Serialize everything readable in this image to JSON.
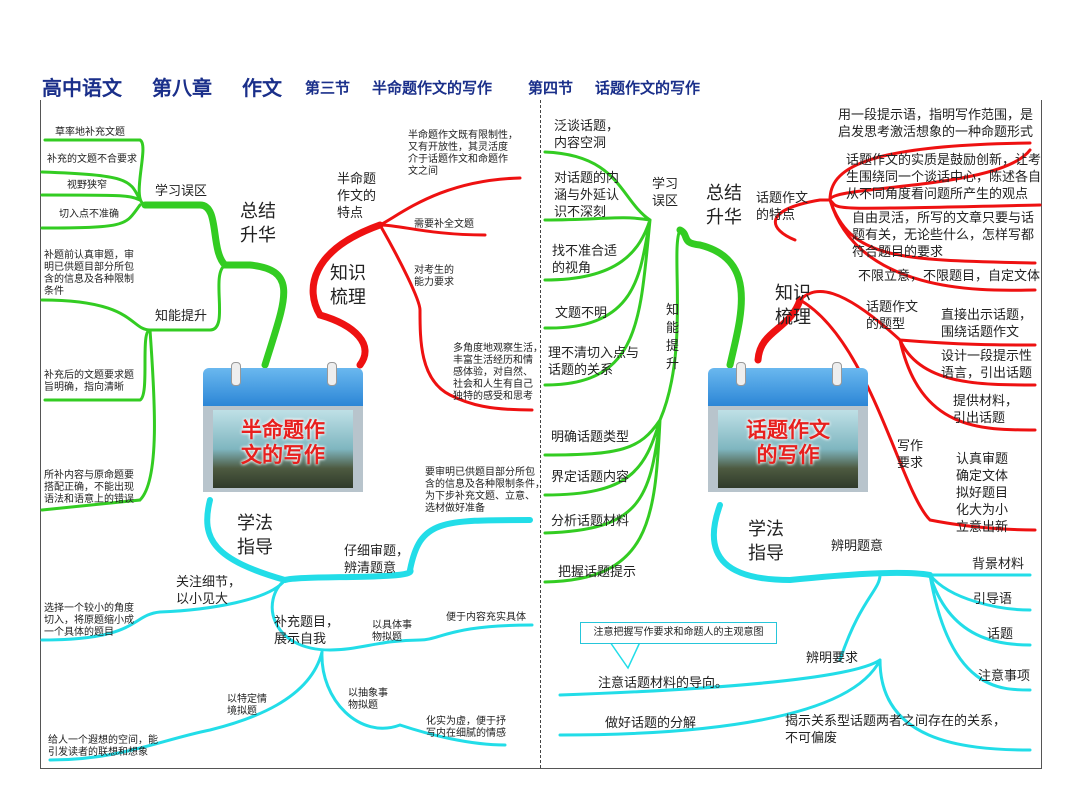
{
  "header": {
    "subject": "高中语文",
    "chapter": "第八章",
    "topic": "作文",
    "section3": "第三节",
    "section3_title": "半命题作文的写作",
    "section4": "第四节",
    "section4_title": "话题作文的写作"
  },
  "colors": {
    "green": "#33cc22",
    "red": "#ee1111",
    "cyan": "#22dde8",
    "title": "#1a2f8a"
  },
  "left": {
    "center": "半命题作\n文的写作",
    "summary": {
      "label": "总结\n升华",
      "mistakes": {
        "label": "学习误区",
        "items": [
          "草率地补充文题",
          "补充的文题不合要求",
          "视野狭窄",
          "切入点不准确"
        ]
      },
      "ability": {
        "label": "知能提升",
        "items": [
          "补题前认真审题，审\n明已供题目部分所包\n含的信息及各种限制\n条件",
          "补充后的文题要求题\n旨明确，指向清晰",
          "所补内容与原命题要\n搭配正确，不能出现\n语法和语意上的错误"
        ]
      }
    },
    "knowledge": {
      "label": "知识\n梳理",
      "features": {
        "label": "半命题\n作文的\n特点",
        "items": [
          "半命题作文既有限制性，\n又有开放性，其灵活度\n介于话题作文和命题作\n文之间",
          "需要补全文题"
        ]
      },
      "ability_req": {
        "label": "对考生的\n能力要求",
        "detail": "多角度地观察生活，\n丰富生活经历和情\n感体验，对自然、\n社会和人生有自己\n独特的感受和思考"
      }
    },
    "method": {
      "label": "学法\n指导",
      "review": {
        "label": "仔细审题，\n辨清题意",
        "detail": "要审明已供题目部分所包\n含的信息及各种限制条件，\n为下步补充文题、立意、\n选材做好准备"
      },
      "detail": {
        "label": "关注细节，\n以小见大",
        "detail": "选择一个较小的角度\n切入，将原题缩小成\n一个具体的题目"
      },
      "supplement": {
        "label": "补充题目，\n展示自我",
        "concrete": {
          "label": "以具体事\n物拟题",
          "detail": "便于内容充实具体"
        },
        "abstract": {
          "label": "以抽象事\n物拟题",
          "detail": "化实为虚，便于抒\n写内在细腻的情感"
        },
        "scene": {
          "label": "以特定情\n境拟题",
          "detail": "给人一个遐想的空间，能\n引发读者的联想和想象"
        }
      }
    }
  },
  "right": {
    "center": "话题作文\n的写作",
    "summary": {
      "label": "总结\n升华",
      "mistakes": {
        "label": "学习\n误区",
        "items": [
          "泛谈话题，\n内容空洞",
          "对话题的内\n涵与外延认\n识不深刻",
          "找不准合适\n的视角",
          "文题不明",
          "理不清切入点与\n话题的关系"
        ]
      },
      "ability": {
        "label": "知\n能\n提\n升",
        "items": [
          "明确话题类型",
          "界定话题内容",
          "分析话题材料",
          "把握话题提示"
        ]
      }
    },
    "knowledge": {
      "label": "知识\n梳理",
      "features": {
        "label": "话题作文\n的特点",
        "items": [
          "用一段提示语，指明写作范围，是\n启发思考激活想象的一种命题形式",
          "话题作文的实质是鼓励创新，让考\n生围绕同一个谈话中心，陈述各自\n从不同角度看问题所产生的观点",
          "自由灵活，所写的文章只要与话\n题有关，无论些什么，怎样写都\n符合题目的要求",
          "不限立意，不限题目，自定文体"
        ]
      },
      "types": {
        "label": "话题作文\n的题型",
        "items": [
          "直接出示话题，\n围绕话题作文",
          "设计一段提示性\n语言，引出话题",
          "提供材料，\n引出话题"
        ]
      },
      "requirements": {
        "label": "写作\n要求",
        "detail": "认真审题\n确定文体\n拟好题目\n化大为小\n立意出新"
      }
    },
    "method": {
      "label": "学法\n指导",
      "identify_topic": {
        "label": "辨明题意",
        "items": [
          "背景材料",
          "引导语",
          "话题",
          "注意事项"
        ]
      },
      "identify_req": {
        "label": "辨明要求",
        "callout": "注意把握写作要求和命题人的主观意图",
        "guide": "注意话题材料的导向。",
        "decompose": "做好话题的分解",
        "relation": "揭示关系型话题两者之间存在的关系，\n不可偏废"
      }
    }
  }
}
